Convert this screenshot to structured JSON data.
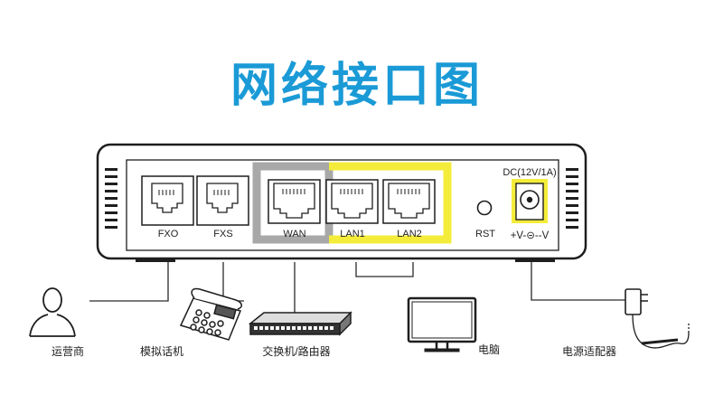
{
  "title": "网络接口图",
  "colors": {
    "title": "#1a9ad6",
    "wan_highlight": "#a8a8a8",
    "lan_highlight": "#f4ec3a",
    "dc_highlight": "#f4ec3a",
    "outline": "#1e1e1e"
  },
  "ports": {
    "fxo": "FXO",
    "fxs": "FXS",
    "wan": "WAN",
    "lan1": "LAN1",
    "lan2": "LAN2",
    "rst": "RST",
    "dc": "DC(12V/1A)",
    "polarity": "+V-⊝--V"
  },
  "devices": {
    "carrier": "运营商",
    "phone": "模拟话机",
    "switch_router": "交换机/路由器",
    "computer": "电脑",
    "power_adapter": "电源适配器"
  },
  "icons": [
    "person-icon",
    "telephone-icon",
    "switch-icon",
    "computer-icon",
    "power-adapter-icon"
  ]
}
